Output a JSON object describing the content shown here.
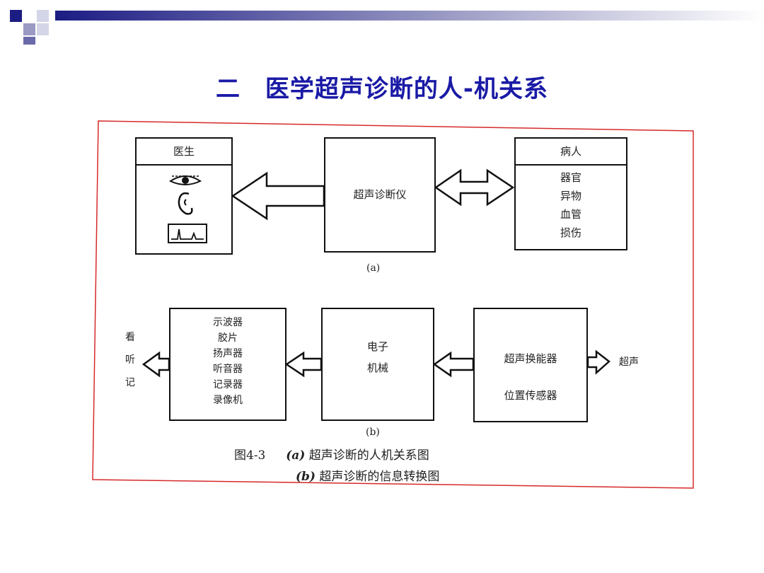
{
  "slide": {
    "title": "二　医学超声诊断的人-机关系"
  },
  "figure": {
    "a": {
      "doctor_header": "医生",
      "instrument_label": "超声诊断仪",
      "patient_header": "病人",
      "patient_items": [
        "器官",
        "异物",
        "血管",
        "损伤"
      ],
      "sublabel": "(a)"
    },
    "b": {
      "left_text": [
        "看",
        "听",
        "记"
      ],
      "output_items": [
        "示波器",
        "胶片",
        "扬声器",
        "听音器",
        "记录器",
        "录像机"
      ],
      "electronics_label": [
        "电子",
        "机械"
      ],
      "transducer_label": [
        "超声换能器",
        "位置传感器"
      ],
      "right_text": "超声",
      "sublabel": "(b)"
    },
    "caption": {
      "fig_no": "图4-3",
      "line1_tag": "(a)",
      "line1_text": "超声诊断的人机关系图",
      "line2_tag": "(b)",
      "line2_text": "超声诊断的信息转换图"
    },
    "border_color": "#d62a2a"
  }
}
